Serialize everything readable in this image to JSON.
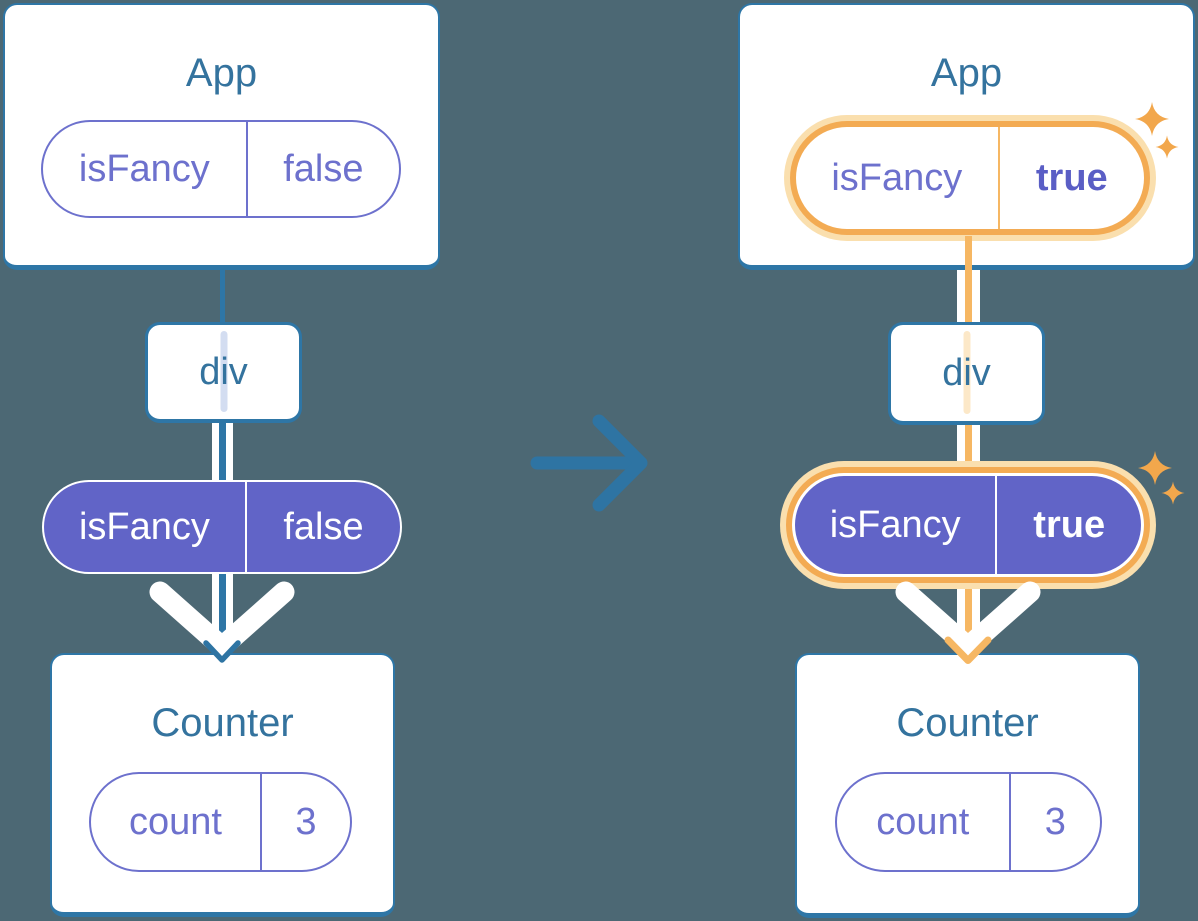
{
  "colors": {
    "background": "#4c6874",
    "card_fill": "#ffffff",
    "card_stroke": "#2e76a6",
    "title_text": "#34739e",
    "pill_purple": "#6164c7",
    "pill_outline_purple": "#6d71cd",
    "highlight_orange": "#f3ab53",
    "highlight_orange_glow": "#fadfae",
    "orange_flow_line": "#f6b763",
    "lavender_thru_line": "#d3ddf1",
    "peach_thru_line": "#fce8c8",
    "sparkle_orange": "#f2a74c",
    "flow_pipe_white": "#ffffff"
  },
  "left_tree": {
    "app": {
      "title": "App",
      "state_name": "isFancy",
      "state_value": "false"
    },
    "div_label": "div",
    "prop": {
      "name": "isFancy",
      "value": "false"
    },
    "counter": {
      "title": "Counter",
      "state_name": "count",
      "state_value": "3"
    }
  },
  "right_tree": {
    "app": {
      "title": "App",
      "state_name": "isFancy",
      "state_value": "true"
    },
    "div_label": "div",
    "prop": {
      "name": "isFancy",
      "value": "true"
    },
    "counter": {
      "title": "Counter",
      "state_name": "count",
      "state_value": "3"
    }
  }
}
